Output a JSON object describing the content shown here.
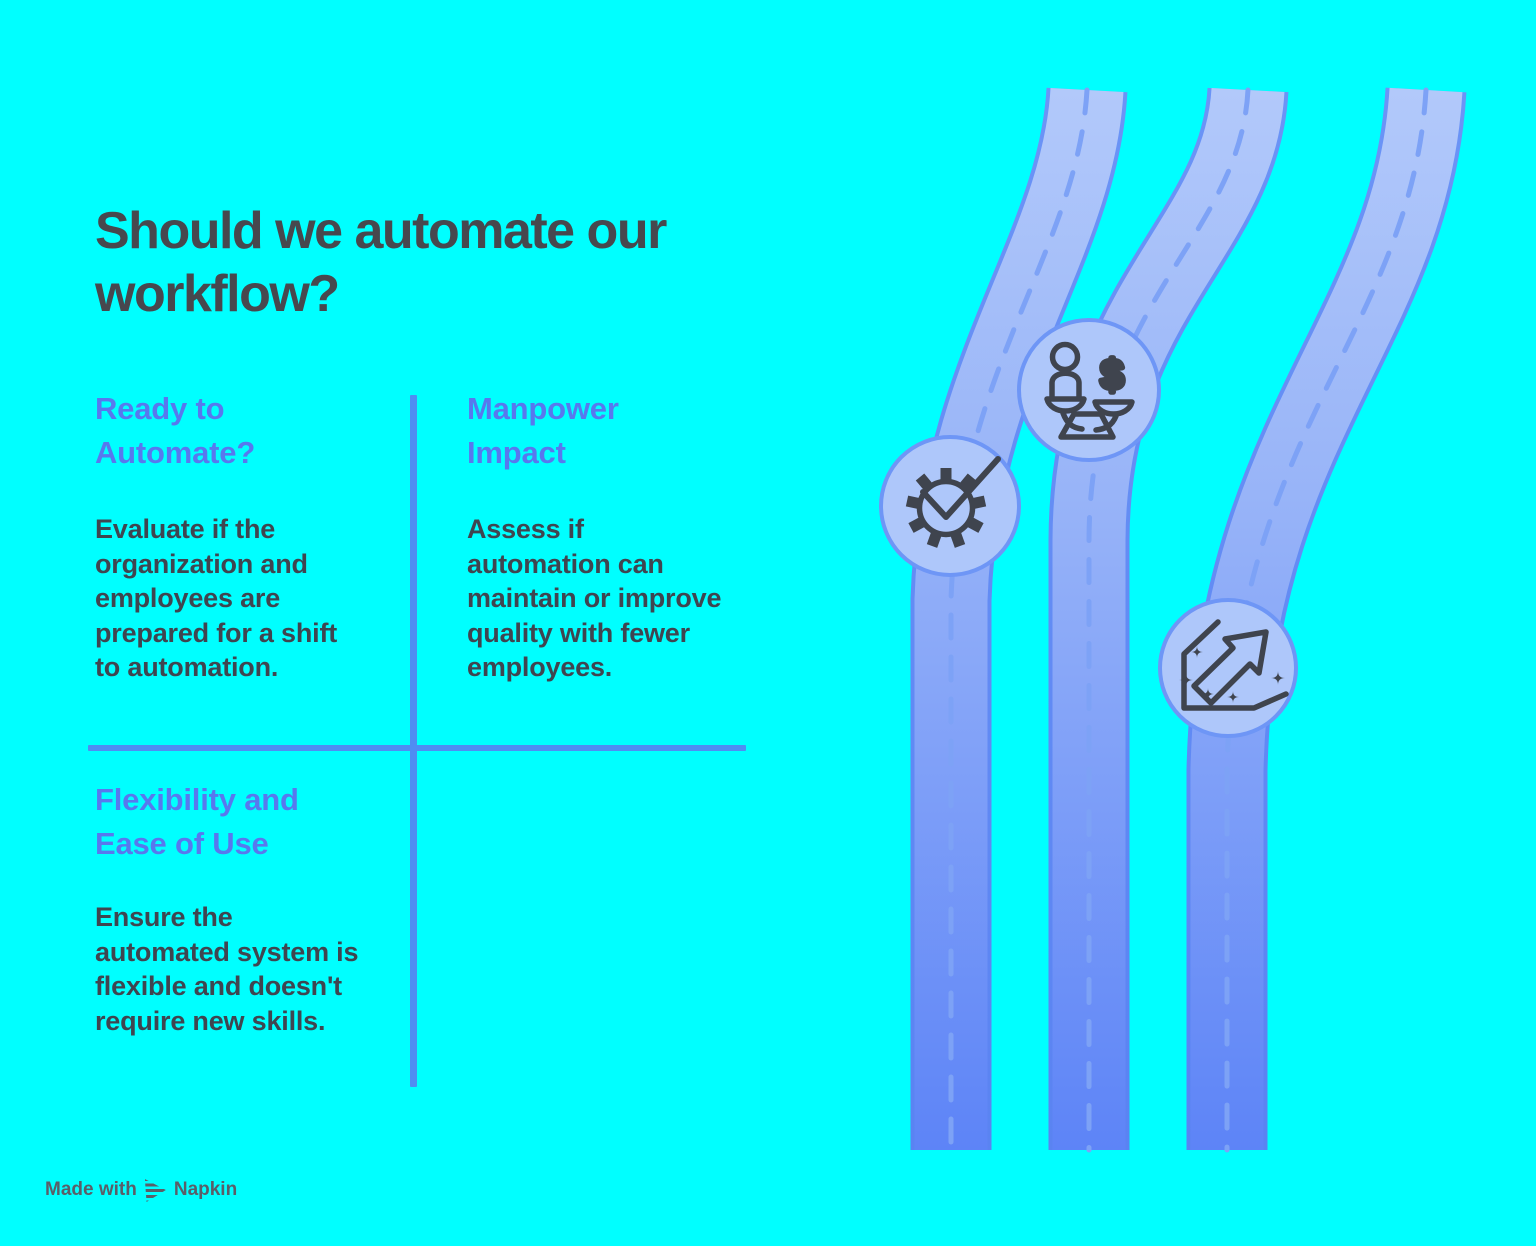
{
  "title": "Should we automate our\nworkflow?",
  "quadrants": [
    {
      "heading": "Ready to\nAutomate?",
      "body": "Evaluate if the\norganization and\nemployees are\nprepared for a shift\nto automation.",
      "icon": "gear-check-icon"
    },
    {
      "heading": "Manpower\nImpact",
      "body": "Assess if\nautomation can\nmaintain or improve\nquality with fewer\nemployees.",
      "icon": "balance-scale-money-icon"
    },
    {
      "heading": "Flexibility and\nEase of Use",
      "body": "Ensure the\nautomated system is\nflexible and doesn't\nrequire new skills.",
      "icon": "arrow-up-right-sparkle-icon"
    }
  ],
  "graphic": {
    "roads": 3,
    "badges": [
      "gear-check-icon",
      "balance-scale-money-icon",
      "arrow-up-right-sparkle-icon"
    ],
    "dollar_symbol": "$"
  },
  "watermark": {
    "prefix": "Made with",
    "brand": "Napkin"
  },
  "colors": {
    "background": "#00ffff",
    "title_color": "#47484e",
    "heading_color": "#5878ee",
    "body_color": "#3f4550",
    "divider_color": "#4f8df2",
    "road_fill_top": "#b2c9fa",
    "road_fill_mid": "#98b4f8",
    "road_fill_bottom": "#5d84f7",
    "road_edge_top": "#6b94f6",
    "road_edge_bottom": "#5a83f2",
    "road_dash": "#7da2f6",
    "badge_fill": "#aec7fa",
    "badge_border": "#6e96f6",
    "icon_stroke": "#3f444e",
    "watermark_color": "#5a5e68"
  }
}
